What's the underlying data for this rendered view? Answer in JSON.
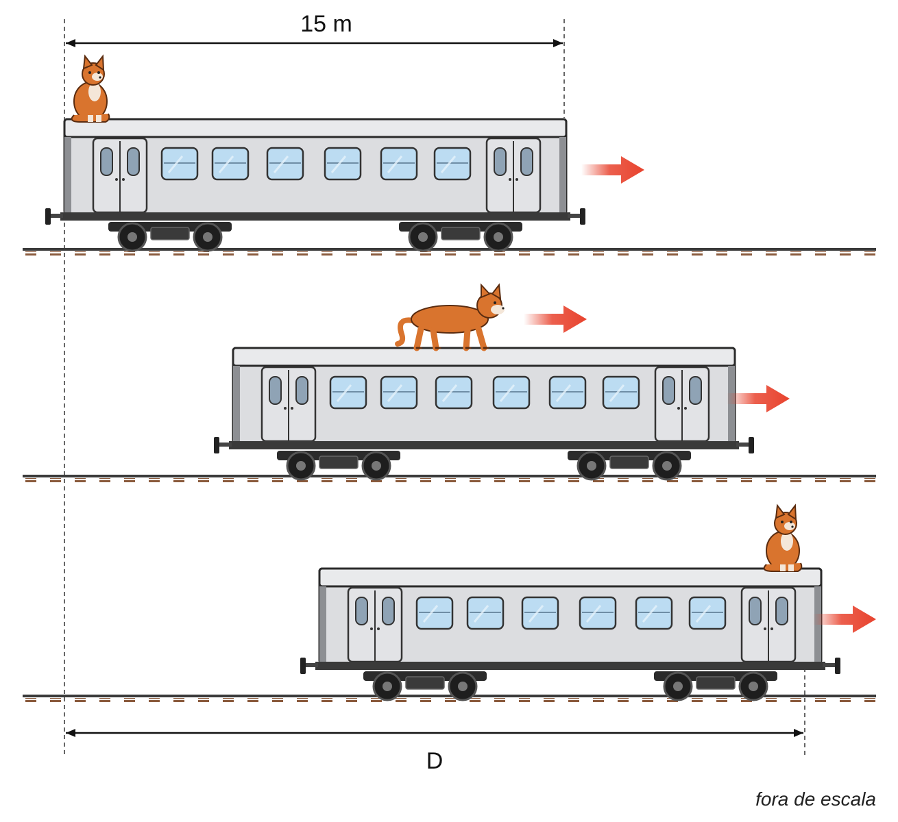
{
  "labels": {
    "length_top": "15 m",
    "distance": "D",
    "scale_note": "fora de escala"
  },
  "colors": {
    "car_body": "#dcdde0",
    "car_roof": "#e9eaec",
    "window_glass": "#bcdcf2",
    "cat_fur": "#d9742e",
    "arrow_red": "#e8432e",
    "rail": "#3a3a3a",
    "sleeper": "#8a5a3c"
  },
  "scene": {
    "cars": [
      {
        "id": "car-1",
        "cat_pose": "sitting",
        "cat_position": "rear"
      },
      {
        "id": "car-2",
        "cat_pose": "walking",
        "cat_position": "middle"
      },
      {
        "id": "car-3",
        "cat_pose": "sitting",
        "cat_position": "front"
      }
    ],
    "motion_arrows": 4
  }
}
